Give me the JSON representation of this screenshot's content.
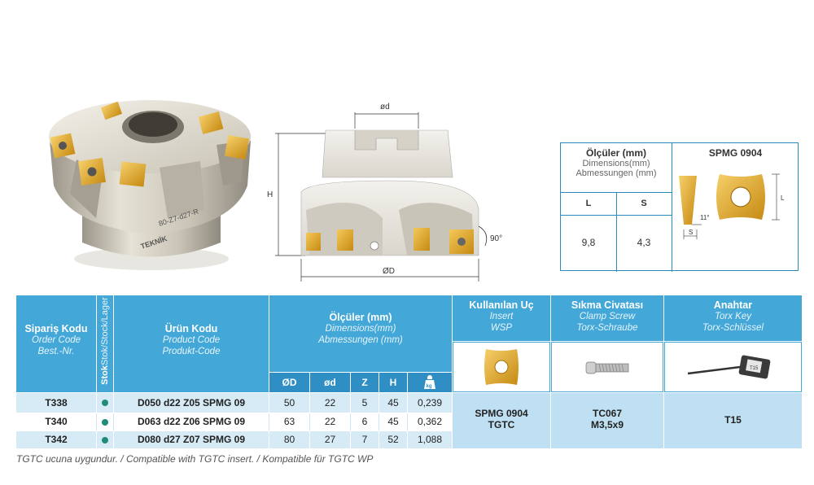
{
  "drawing": {
    "od_label": "ød",
    "h_label": "H",
    "angle_label": "90°",
    "dd_label": "ØD"
  },
  "spec": {
    "dims_title": "Ölçüler (mm)",
    "dims_en": "Dimensions(mm)",
    "dims_de": "Abmessungen (mm)",
    "insert_title": "SPMG 0904",
    "col_l": "L",
    "col_s": "S",
    "val_l": "9,8",
    "val_s": "4,3",
    "fig_l": "L",
    "fig_s": "S",
    "fig_angle": "11°"
  },
  "table": {
    "order": {
      "tr": "Sipariş Kodu",
      "en": "Order Code",
      "de": "Best.-Nr."
    },
    "stock": "Stok/Stock/Lager",
    "product": {
      "tr": "Ürün Kodu",
      "en": "Product Code",
      "de": "Produkt-Code"
    },
    "dims": {
      "tr": "Ölçüler (mm)",
      "en": "Dimensions(mm)",
      "de": "Abmessungen (mm)"
    },
    "insert": {
      "tr": "Kullanılan Uç",
      "en": "Insert",
      "de": "WSP"
    },
    "screw": {
      "tr": "Sıkma Civatası",
      "en": "Clamp Screw",
      "de": "Torx-Schraube"
    },
    "key": {
      "tr": "Anahtar",
      "en": "Torx Key",
      "de": "Torx-Schlüssel"
    },
    "sub": {
      "dd": "ØD",
      "d": "ød",
      "z": "Z",
      "h": "H",
      "w": "kg"
    },
    "key_image_label": "T15",
    "rows": [
      {
        "code": "T338",
        "product": "D050 d22 Z05 SPMG 09",
        "dd": "50",
        "d": "22",
        "z": "5",
        "h": "45",
        "w": "0,239"
      },
      {
        "code": "T340",
        "product": "D063 d22 Z06 SPMG 09",
        "dd": "63",
        "d": "22",
        "z": "6",
        "h": "45",
        "w": "0,362"
      },
      {
        "code": "T342",
        "product": "D080 d27 Z07 SPMG 09",
        "dd": "80",
        "d": "27",
        "z": "7",
        "h": "52",
        "w": "1,088"
      }
    ],
    "insert_value": {
      "l1": "SPMG 0904",
      "l2": "TGTC"
    },
    "screw_value": {
      "l1": "TC067",
      "l2": "M3,5x9"
    },
    "key_value": "T15"
  },
  "footnote": "TGTC ucuna uygundur. / Compatible with TGTC insert. / Kompatible für TGTC WP",
  "colors": {
    "header": "#43a7d8",
    "subheader": "#2f8fc4",
    "row_alt": "#d6ebf6",
    "merged": "#bfe0f2",
    "stock_dot": "#1f8c7a",
    "insert_gold": "#e8a820"
  }
}
